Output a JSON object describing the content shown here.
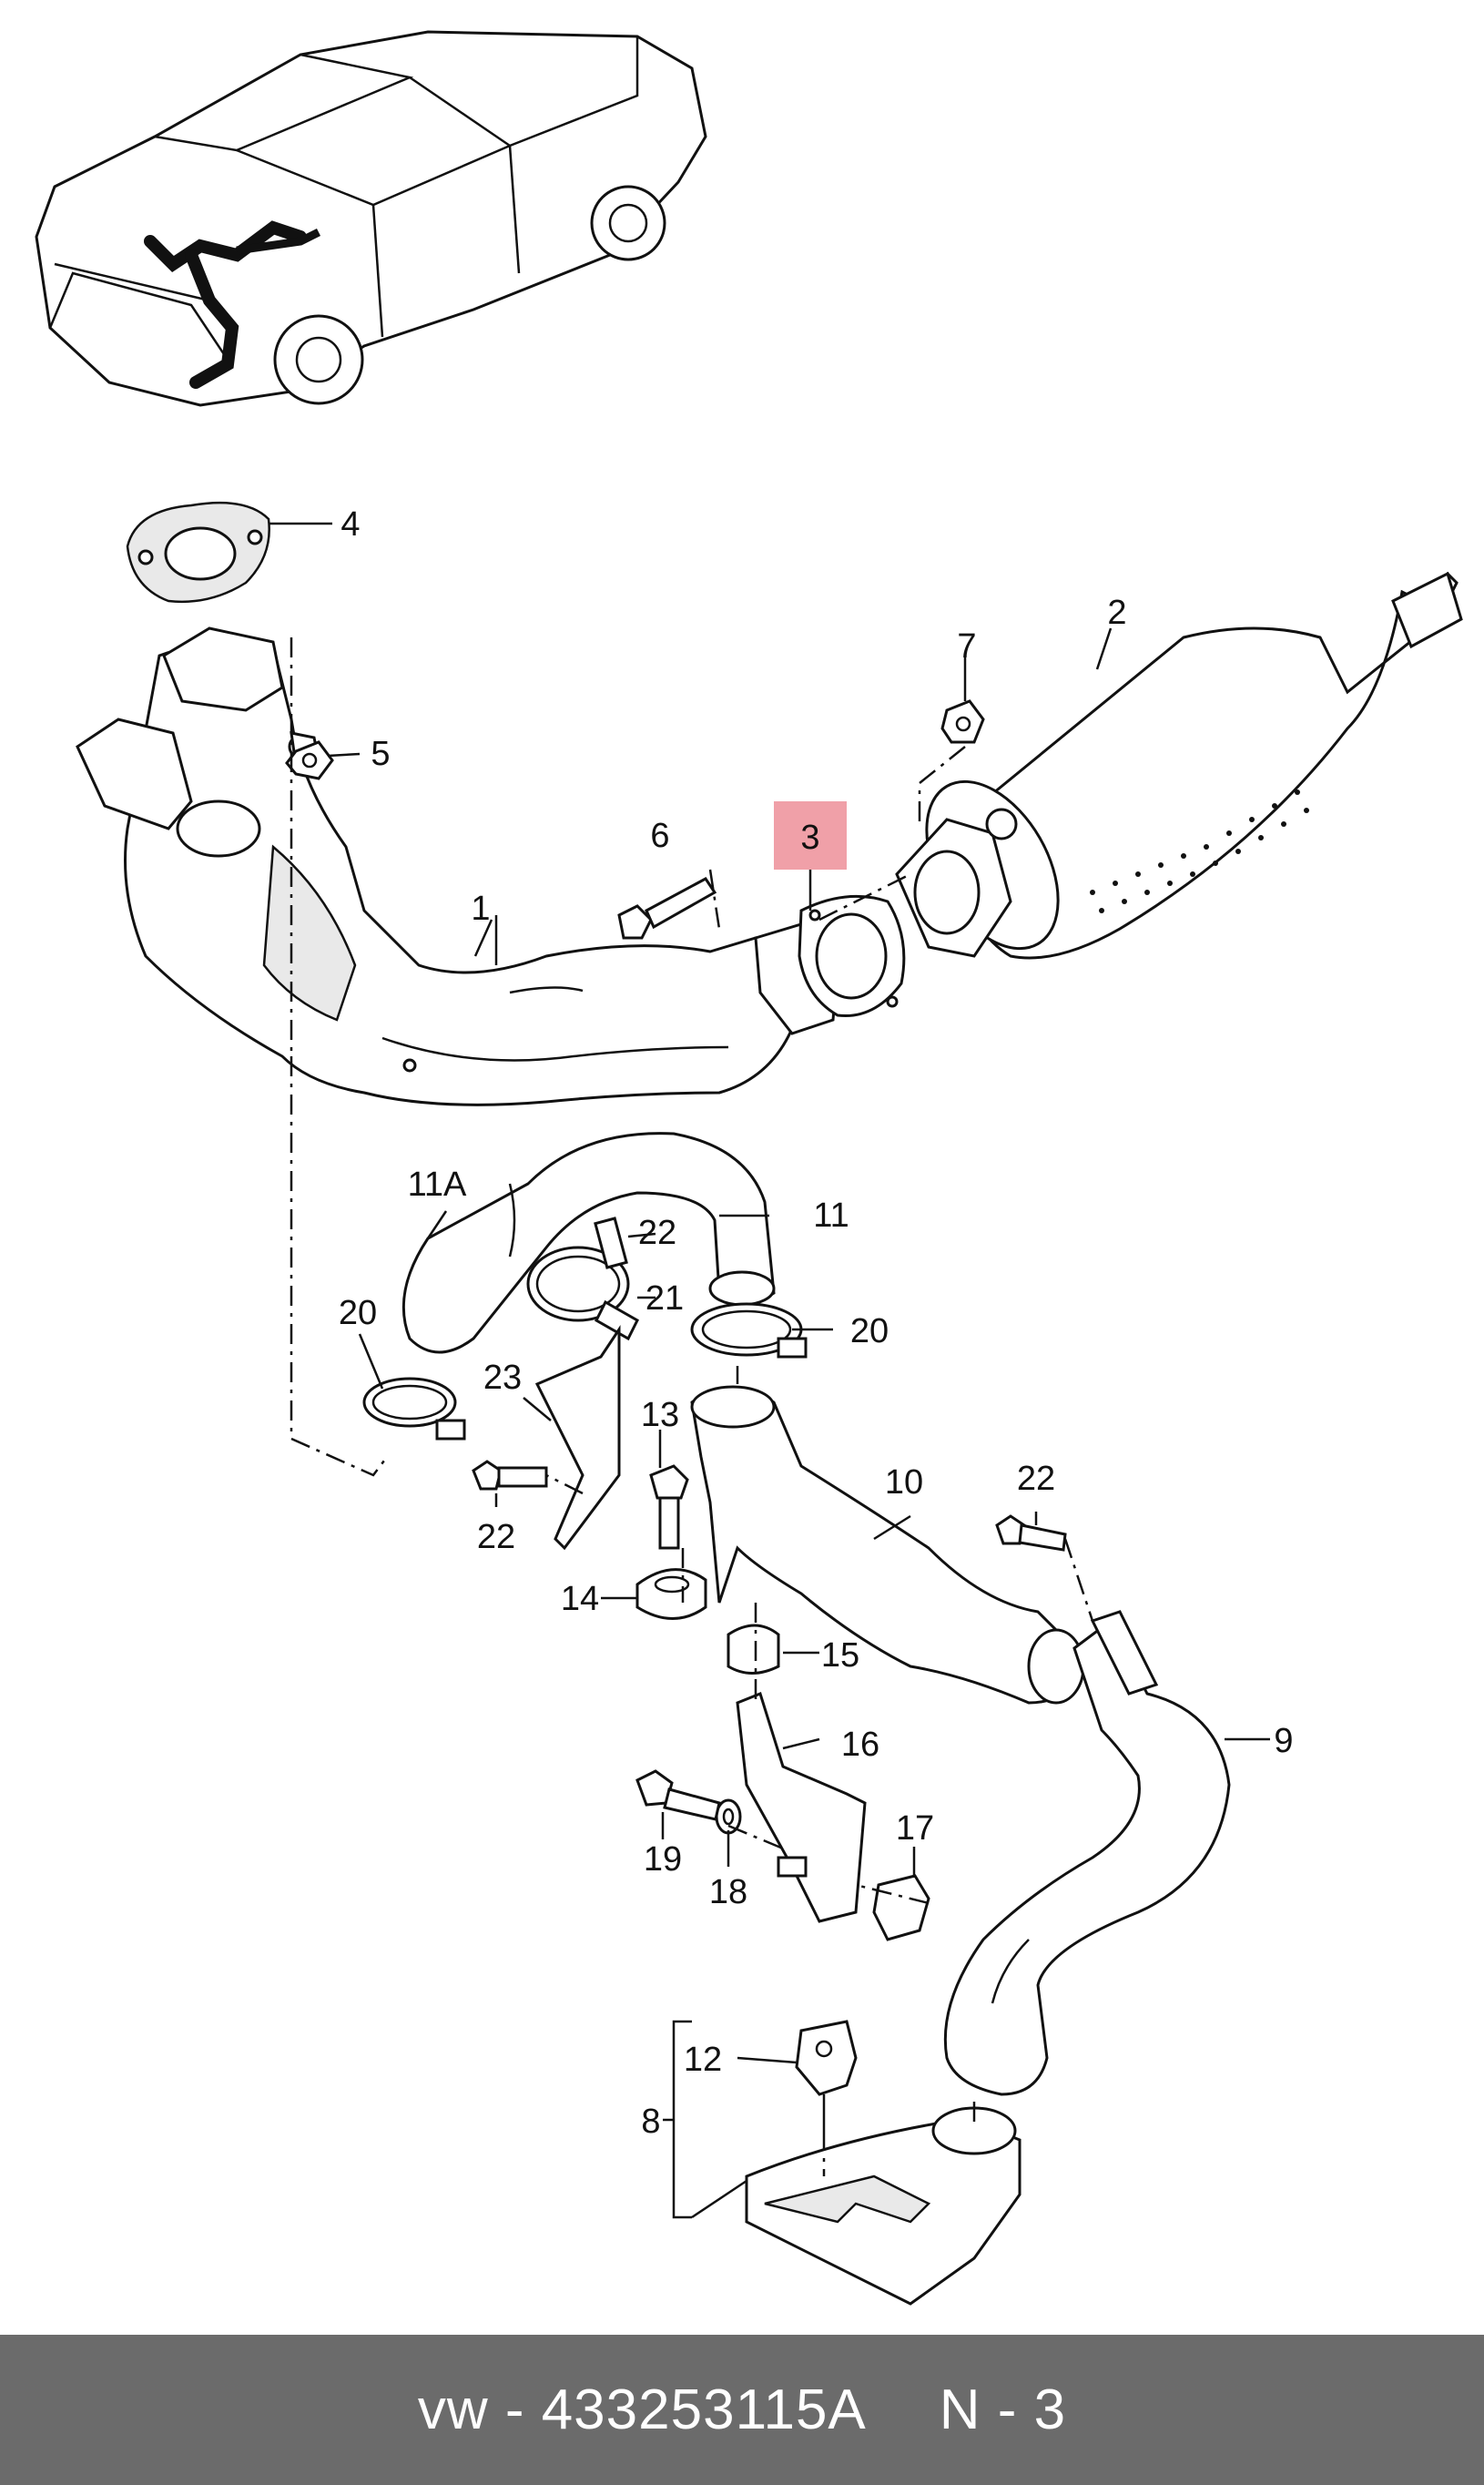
{
  "callouts": {
    "p1": "1",
    "p2": "2",
    "p3": "3",
    "p4": "4",
    "p5": "5",
    "p6": "6",
    "p7": "7",
    "p8": "8",
    "p9": "9",
    "p10": "10",
    "p11": "11",
    "p11a": "11A",
    "p12": "12",
    "p13": "13",
    "p14": "14",
    "p15": "15",
    "p16": "16",
    "p17": "17",
    "p18": "18",
    "p19": "19",
    "p20a": "20",
    "p20b": "20",
    "p21": "21",
    "p22a": "22",
    "p22b": "22",
    "p22c": "22",
    "p23": "23"
  },
  "highlight_color": "#f0a0a8",
  "footer": {
    "brand": "vw - 433253115A",
    "page": "N - 3"
  }
}
